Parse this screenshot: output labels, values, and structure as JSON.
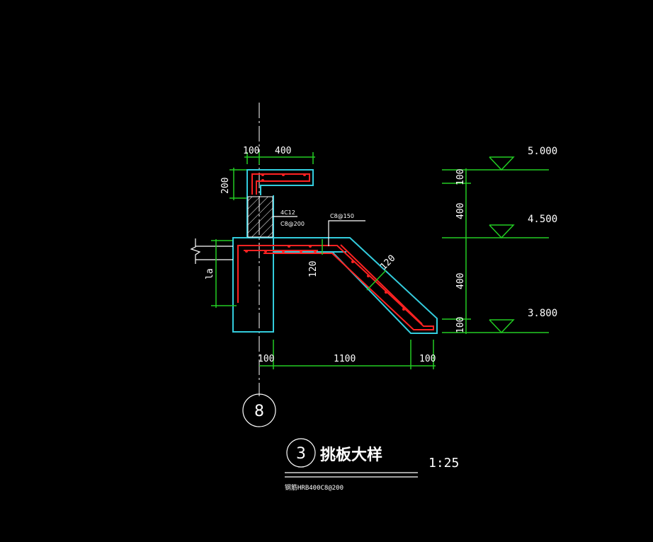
{
  "drawing": {
    "title": "挑板大样",
    "detail_number": "3",
    "axis_label": "8",
    "scale": "1:25",
    "note": "钢筋HRB400C8@200",
    "annotations": {
      "rebar_top": "4C12",
      "rebar_top_sub": "C8@200",
      "rebar_slab": "C8@150",
      "slab_thickness": "120",
      "sloped_thickness": "120",
      "anchorage": "la"
    },
    "dimensions": {
      "top_left": "100",
      "top_right": "400",
      "left_height": "200",
      "bottom_left": "100",
      "bottom_mid": "1100",
      "bottom_right": "100",
      "right_1": "100",
      "right_2": "400",
      "right_3": "400",
      "right_4": "100"
    },
    "elevations": [
      "5.000",
      "4.500",
      "3.800"
    ],
    "colors": {
      "concrete": "#33ccdd",
      "rebar": "#ff2222",
      "dimension": "#22cc22",
      "text": "#ffffff",
      "background": "#000000"
    }
  }
}
